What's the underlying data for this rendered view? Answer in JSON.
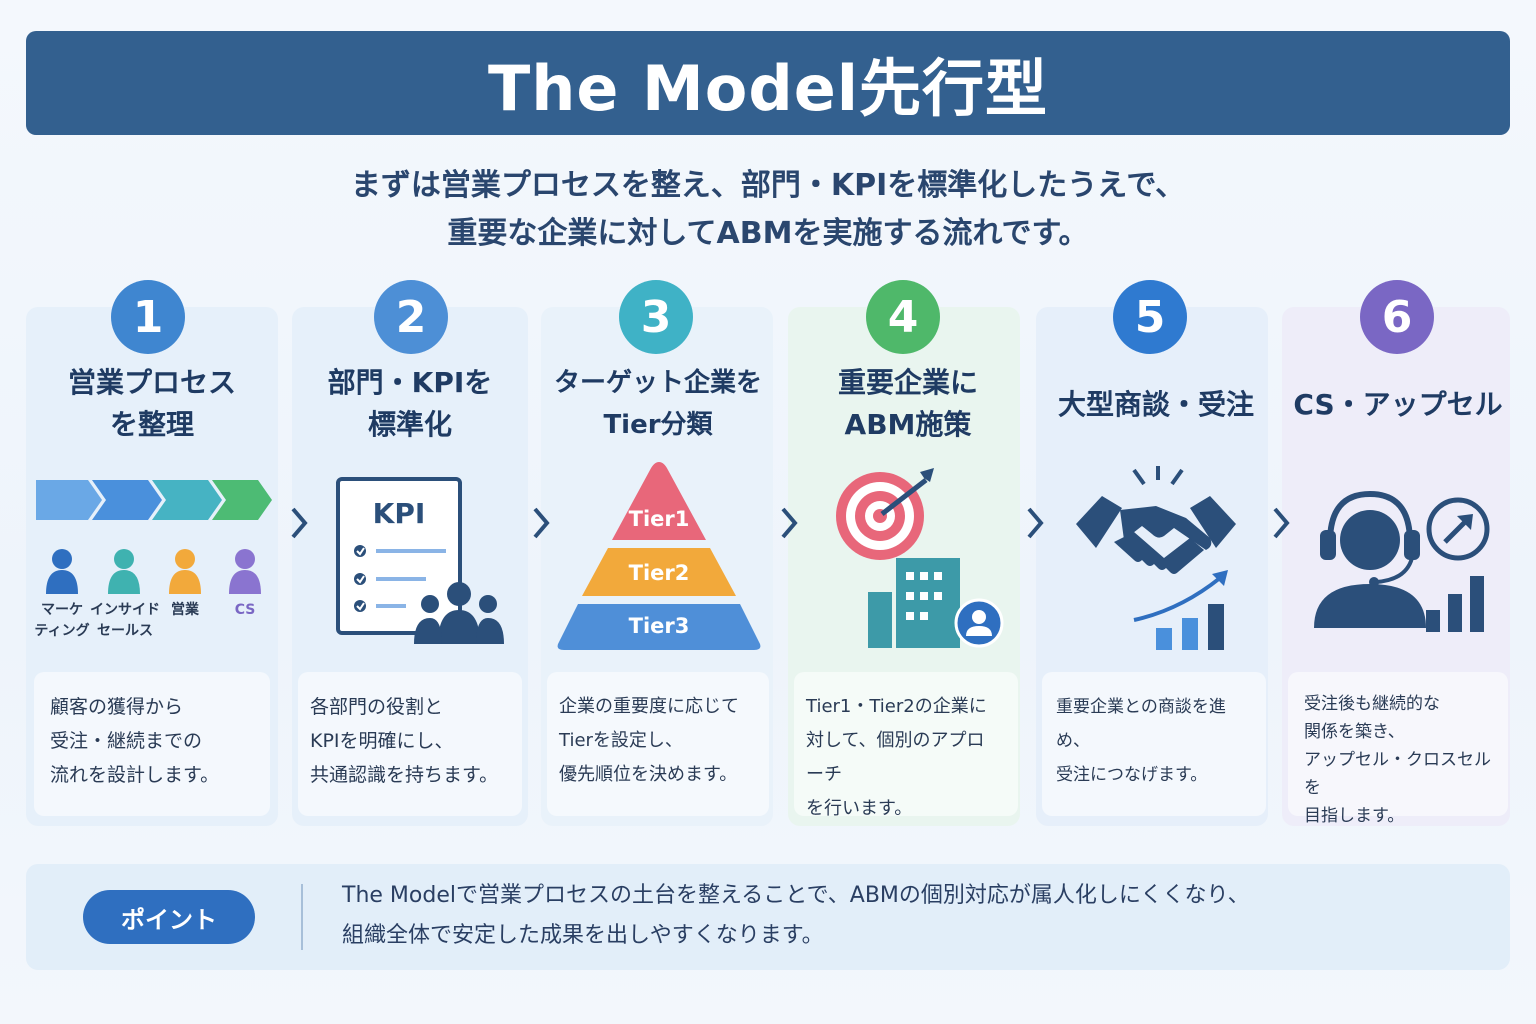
{
  "title": "The Model先行型",
  "subtitle": {
    "line1": "まずは営業プロセスを整え、部門・KPIを標準化したうえで、",
    "line2": "重要な企業に対してABMを実施する流れです。"
  },
  "steps": [
    {
      "number": "1",
      "title_l1": "営業プロセス",
      "title_l2": "を整理",
      "desc": [
        "顧客の獲得から",
        "受注・継続までの",
        "流れを設計します。"
      ],
      "roles": [
        "マーケ\nティング",
        "インサイド\nセールス",
        "営業",
        "CS"
      ],
      "badge_color": "#3f86d0",
      "card_color": "#e6f0fa"
    },
    {
      "number": "2",
      "title_l1": "部門・KPIを",
      "title_l2": "標準化",
      "desc": [
        "各部門の役割と",
        "KPIを明確にし、",
        "共通認識を持ちます。"
      ],
      "kpi_label": "KPI",
      "badge_color": "#4d8fd6",
      "card_color": "#e6f0fa"
    },
    {
      "number": "3",
      "title_l1": "ターゲット企業を",
      "title_l2": "Tier分類",
      "desc": [
        "企業の重要度に応じて",
        "Tierを設定し、",
        "優先順位を決めます。"
      ],
      "tiers": [
        "Tier1",
        "Tier2",
        "Tier3"
      ],
      "badge_color": "#3fb2c6",
      "card_color": "#e8f2fa"
    },
    {
      "number": "4",
      "title_l1": "重要企業に",
      "title_l2": "ABM施策",
      "desc": [
        "Tier1・Tier2の企業に",
        "対して、個別のアプローチ",
        "を行います。"
      ],
      "badge_color": "#4fb86a",
      "card_color": "#e8f5ee"
    },
    {
      "number": "5",
      "title_l1": "大型商談・受注",
      "title_l2": "",
      "desc": [
        "重要企業との商談を進め、",
        "受注につなげます。"
      ],
      "badge_color": "#2f7ad0",
      "card_color": "#e6effa"
    },
    {
      "number": "6",
      "title_l1": "CS・アップセル",
      "title_l2": "",
      "desc": [
        "受注後も継続的な",
        "関係を築き、",
        "アップセル・クロスセルを",
        "目指します。"
      ],
      "badge_color": "#7a67c4",
      "card_color": "#eeecfa"
    }
  ],
  "point": {
    "label": "ポイント",
    "line1": "The Modelで営業プロセスの土台を整えることで、ABMの個別対応が属人化しにくくなり、",
    "line2": "組織全体で安定した成果を出しやすくなります。"
  },
  "colors": {
    "title_bg": "#33608f",
    "text_dark": "#1f3b63",
    "tier1": "#e8677a",
    "tier2": "#f2a93b",
    "tier3": "#4f8fd8",
    "icon_navy": "#2b4f7a"
  },
  "icons": [
    "process-arrows-icon",
    "person-icon",
    "kpi-checklist-icon",
    "team-icon",
    "pyramid-icon",
    "target-icon",
    "building-icon",
    "user-badge-icon",
    "handshake-icon",
    "growth-chart-icon",
    "headset-agent-icon",
    "arrow-circle-icon",
    "bar-chart-icon",
    "chevron-right-icon"
  ]
}
